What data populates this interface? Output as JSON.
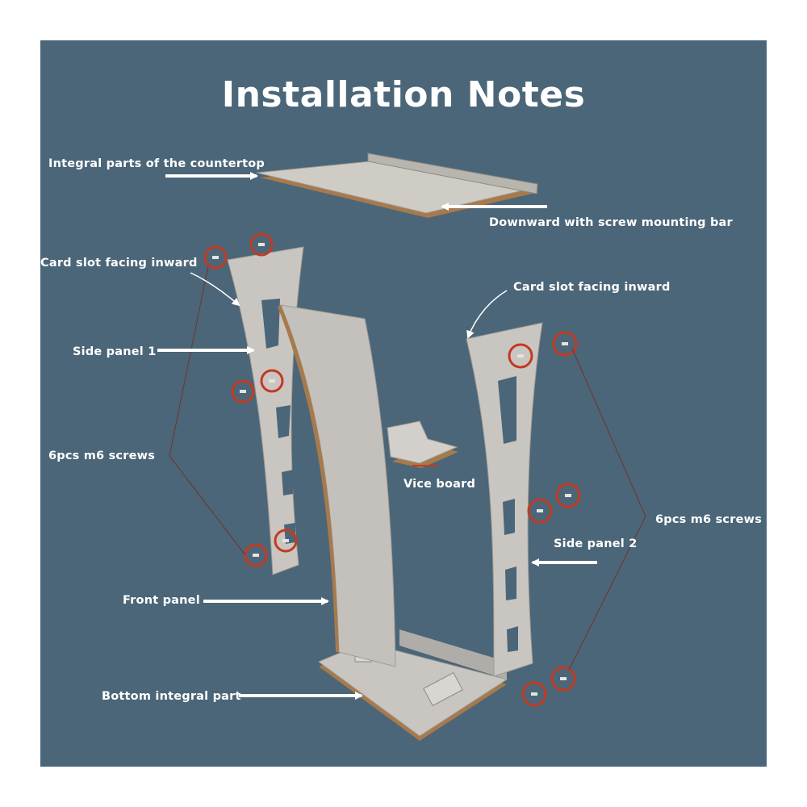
{
  "title": "Installation Notes",
  "labels": {
    "countertop": "Integral parts of the countertop",
    "downward": "Downward with screw mounting bar",
    "card_slot_left": "Card slot facing inward",
    "card_slot_right": "Card slot facing inward",
    "side_panel_1": "Side panel 1",
    "screws_left": "6pcs m6 screws",
    "vice_board": "Vice board",
    "screws_right": "6pcs m6 screws",
    "side_panel_2": "Side panel 2",
    "front_panel": "Front panel",
    "bottom_part": "Bottom integral part"
  },
  "colors": {
    "background": "#4b6678",
    "panel": "#c9c6c1",
    "edge": "#a77a4b",
    "screw_circle": "#c23a22",
    "arrow": "#ffffff"
  }
}
